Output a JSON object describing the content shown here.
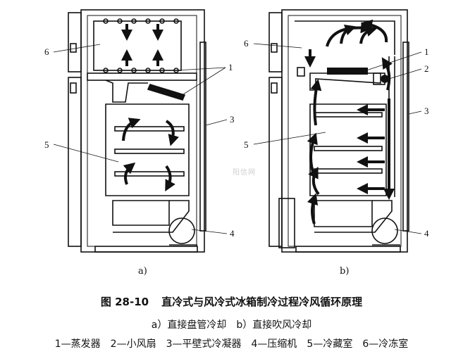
{
  "figure": {
    "number": "图 28-10",
    "title": "直冷式与风冷式冰箱制冷过程冷风循环原理",
    "subcaption_a": "a）直接盘管冷却",
    "subcaption_b": "b）直接吹风冷却",
    "panel_a_label": "a)",
    "panel_b_label": "b)",
    "legend": [
      "1—蒸发器",
      "2—小风扇",
      "3—平壁式冷凝器",
      "4—压缩机",
      "5—冷藏室",
      "6—冷冻室"
    ]
  },
  "callouts_a": [
    "6",
    "1",
    "3",
    "5",
    "4"
  ],
  "callouts_b": [
    "6",
    "1",
    "2",
    "3",
    "5",
    "4"
  ],
  "watermark": "阳信网",
  "colors": {
    "line": "#111111",
    "background": "#ffffff",
    "watermark": "#cfcfcf"
  }
}
